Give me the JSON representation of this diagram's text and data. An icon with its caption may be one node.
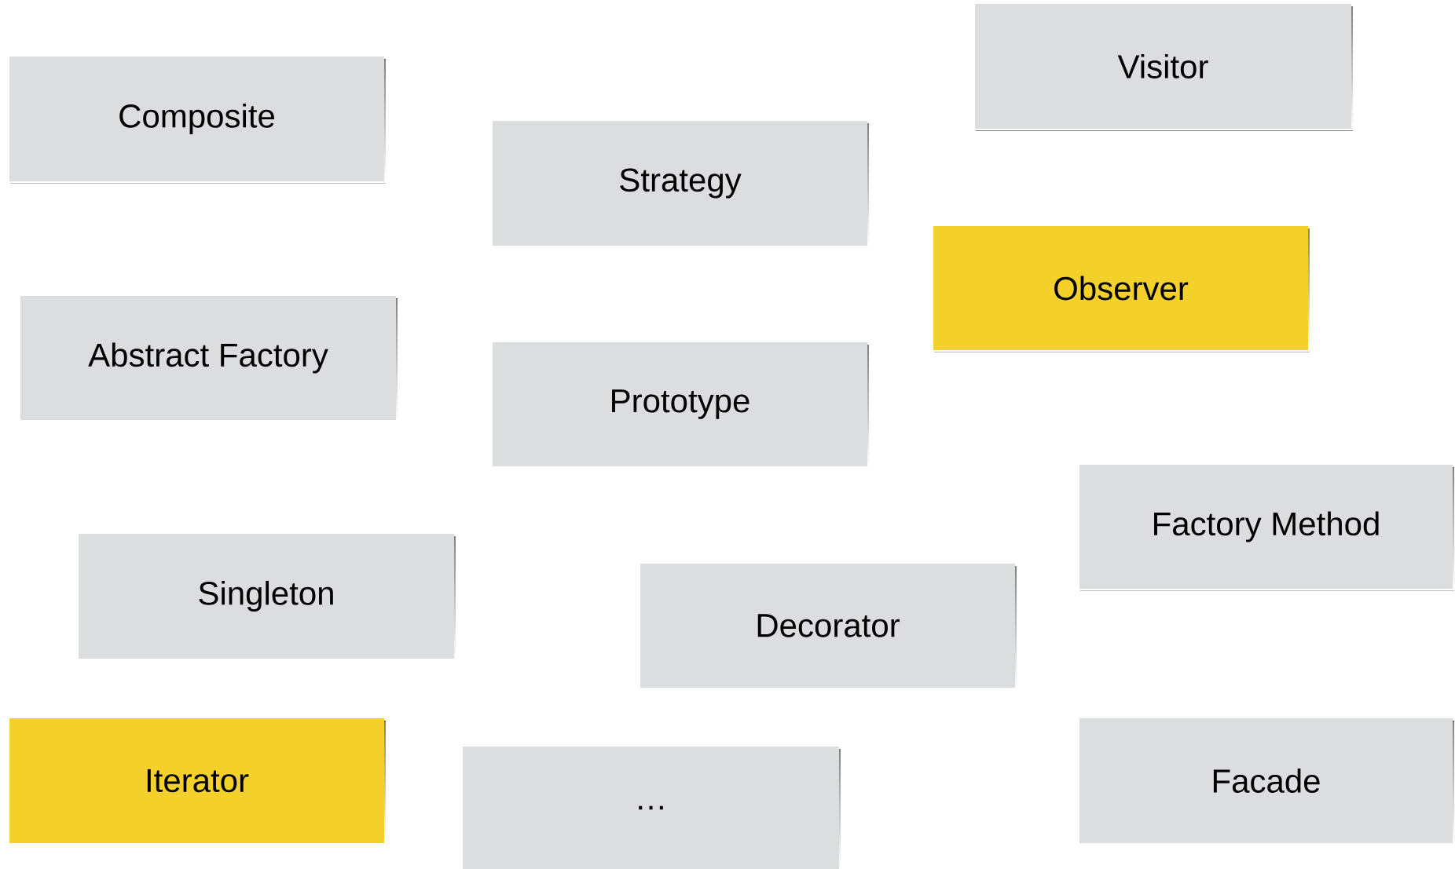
{
  "diagram": {
    "nodes": [
      {
        "text": [
          "Visitor"
        ]
      },
      {
        "text": [
          "Composite"
        ]
      },
      {
        "text": [
          "Strategy"
        ]
      },
      {
        "text": [
          "Observer"
        ]
      },
      {
        "text": [
          "Abstract Factory"
        ]
      },
      {
        "text": [
          "Prototype"
        ]
      },
      {
        "text": [
          "Factory Method"
        ]
      },
      {
        "text": [
          "Singleton"
        ]
      },
      {
        "text": [
          "Decorator"
        ]
      },
      {
        "text": [
          "Iterator"
        ]
      },
      {
        "text": [
          "…"
        ]
      },
      {
        "text": [
          "Facade"
        ]
      }
    ]
  }
}
